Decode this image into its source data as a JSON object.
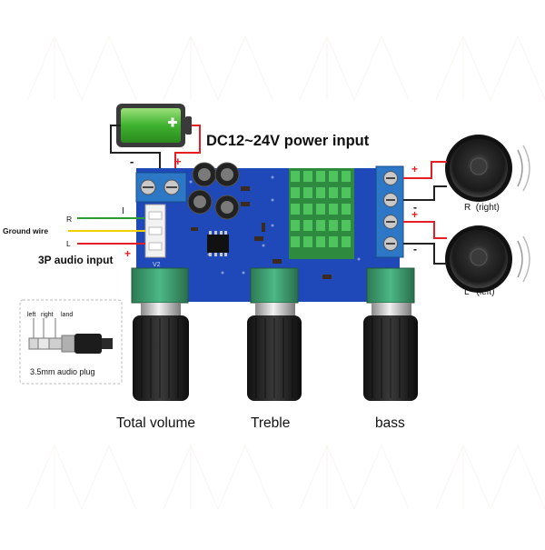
{
  "power": {
    "title": "DC12~24V power input",
    "minus_sign": "-",
    "plus_sign": "+"
  },
  "audio_input": {
    "r_label": "R",
    "ground_label": "Ground wire",
    "l_label": "L",
    "title": "3P audio input",
    "plus_sign": "+",
    "pin_one": "I",
    "board_mark": "V2"
  },
  "plug": {
    "left_label": "left",
    "right_label": "right",
    "land_label": "land",
    "caption": "3.5mm audio plug"
  },
  "speakers": {
    "right_label": "R  (right)",
    "left_label": "L   (left)",
    "plus_sign": "+",
    "minus_sign": "-"
  },
  "knobs": {
    "total_volume": "Total volume",
    "treble": "Treble",
    "bass": "bass"
  },
  "colors": {
    "pcb": "#1f48b8",
    "wire_red": "#e41e25",
    "wire_green": "#2e9b38",
    "wire_yellow": "#f0d000",
    "heatsink": "#3fae55",
    "terminal_blue": "#2d77c7",
    "pot_green": "#3a9a6e"
  }
}
